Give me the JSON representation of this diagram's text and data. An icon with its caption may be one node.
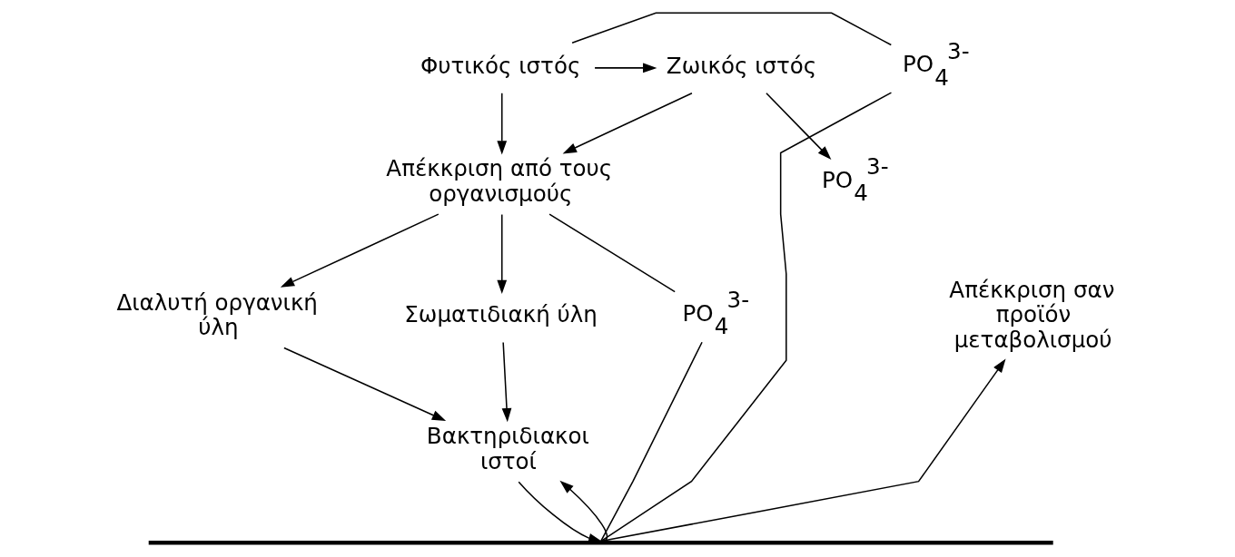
{
  "diagram": {
    "nodes": [
      {
        "text": [
          "Φυτικός ιστός"
        ]
      },
      {
        "text": [
          "Ζωικός ιστός"
        ]
      },
      {
        "text": [
          "Απέκκριση από τους οργανισμούς"
        ]
      },
      {
        "text": [
          "PO$_{4}$$^{3-}$"
        ]
      },
      {
        "text": [
          "PO$_{4}$$^{3-}$"
        ]
      },
      {
        "text": [
          "Διαλυτή οργανική ύλη"
        ]
      },
      {
        "text": [
          "Σωματιδιακή ύλη"
        ]
      },
      {
        "text": [
          "PO$_{4}$$^{3-}$"
        ]
      },
      {
        "text": [
          "Απέκκριση σαν προϊόν μεταβολισμού"
        ]
      },
      {
        "text": [
          "Βακτηριδιακοι ιστοί"
        ]
      },
      {
        "text": [],
        "shape": "bar"
      }
    ],
    "edges": [
      {
        "from": 0,
        "to": 1,
        "arrow": "to"
      },
      {
        "from": 0,
        "to": 2,
        "arrow": "to"
      },
      {
        "from": 1,
        "to": 2,
        "arrow": "to"
      },
      {
        "from": 1,
        "to": 4,
        "arrow": "to"
      },
      {
        "from": 2,
        "to": 5,
        "arrow": "to"
      },
      {
        "from": 2,
        "to": 6,
        "arrow": "to"
      },
      {
        "from": 2,
        "to": 7,
        "arrow": "none"
      },
      {
        "from": 5,
        "to": 9,
        "arrow": "to"
      },
      {
        "from": 6,
        "to": 9,
        "arrow": "to"
      },
      {
        "from": 9,
        "to": 10,
        "arrow": "to"
      },
      {
        "from": 7,
        "to": 10,
        "arrow": "none"
      },
      {
        "from": 10,
        "to": 9,
        "arrow": "to"
      },
      {
        "from": 10,
        "to": 8,
        "arrow": "to"
      },
      {
        "from": 10,
        "to": 3,
        "arrow": "none"
      },
      {
        "from": 3,
        "to": 0,
        "arrow": "none"
      }
    ]
  }
}
